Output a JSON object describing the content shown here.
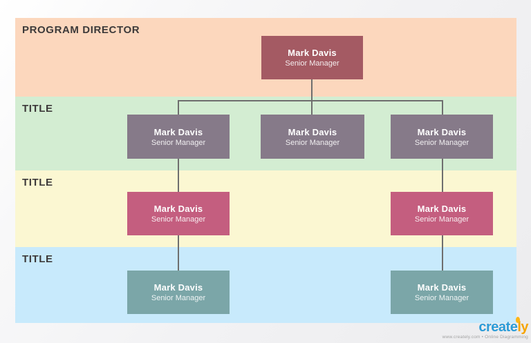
{
  "colors": {
    "lane_peach": "#fcd7bd",
    "lane_green": "#d3edd2",
    "lane_yellow": "#fbf7d2",
    "lane_blue": "#c8eafc",
    "node_maroon": "#a45a63",
    "node_purple": "#867a89",
    "node_pink": "#c45e7f",
    "node_teal": "#7ba6a8",
    "connector": "#6e6e6e"
  },
  "lanes": [
    {
      "label": "PROGRAM DIRECTOR"
    },
    {
      "label": "TITLE"
    },
    {
      "label": "TITLE"
    },
    {
      "label": "TITLE"
    }
  ],
  "nodes": [
    {
      "name": "Mark Davis",
      "title": "Senior Manager",
      "color": "#a45a63"
    },
    {
      "name": "Mark Davis",
      "title": "Senior Manager",
      "color": "#867a89"
    },
    {
      "name": "Mark Davis",
      "title": "Senior Manager",
      "color": "#867a89"
    },
    {
      "name": "Mark Davis",
      "title": "Senior Manager",
      "color": "#867a89"
    },
    {
      "name": "Mark Davis",
      "title": "Senior Manager",
      "color": "#c45e7f"
    },
    {
      "name": "Mark Davis",
      "title": "Senior Manager",
      "color": "#c45e7f"
    },
    {
      "name": "Mark Davis",
      "title": "Senior Manager",
      "color": "#7ba6a8"
    },
    {
      "name": "Mark Davis",
      "title": "Senior Manager",
      "color": "#7ba6a8"
    }
  ],
  "branding": {
    "logo_blue": "create",
    "logo_orange": "ly",
    "tagline": "www.creately.com • Online Diagramming"
  }
}
